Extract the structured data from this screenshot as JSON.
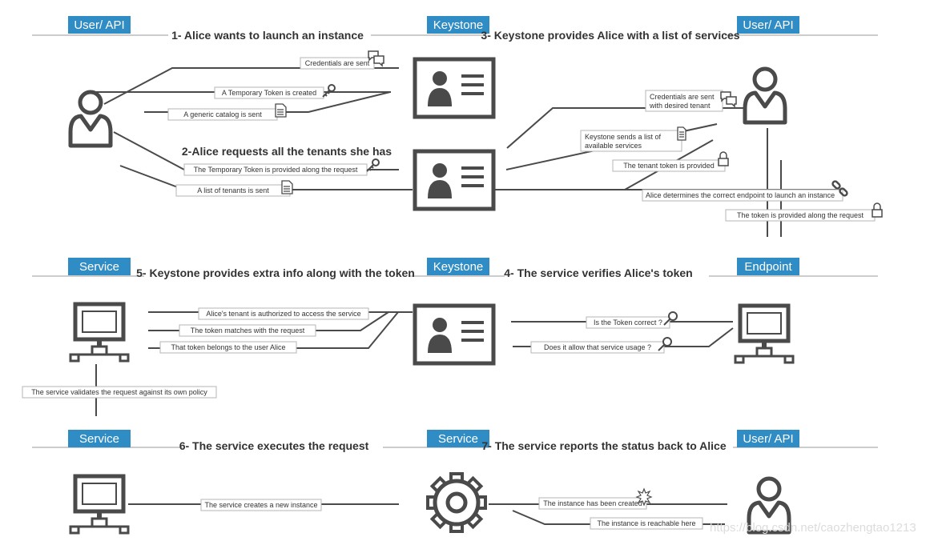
{
  "colors": {
    "tab": "#2f8cc4",
    "ink": "#4a4a4a",
    "text": "#333333"
  },
  "panels": [
    {
      "tabs": [
        "User/ API",
        "Keystone",
        "User/ API"
      ],
      "titles": [
        "1- Alice wants to launch an instance",
        "3- Keystone provides Alice with a list of services"
      ],
      "subtitle": "2-Alice requests all the tenants she has",
      "labels": [
        "Credentials are sent",
        "A Temporary Token is created",
        "A generic catalog is sent",
        "The Temporary Token is provided along the request",
        "A list of tenants is sent",
        "Credentials are sent",
        "with desired tenant",
        "Keystone sends a list of",
        "available services",
        "The tenant token is provided",
        "Alice determines the correct endpoint to launch an instance",
        "The token is provided along the request"
      ]
    },
    {
      "tabs": [
        "Service",
        "Keystone",
        "Endpoint"
      ],
      "titles": [
        "5- Keystone provides extra info along with the token",
        "4- The service verifies Alice's token"
      ],
      "labels": [
        "Alice's tenant is authorized to access the service",
        "The token matches with the request",
        "That token belongs to the user Alice",
        "The service validates the request against its own policy",
        "Is the Token correct ?",
        "Does it allow that service usage ?"
      ]
    },
    {
      "tabs": [
        "Service",
        "Service",
        "User/ API"
      ],
      "titles": [
        "6- The service executes the request",
        "7- The service reports the status back to Alice"
      ],
      "labels": [
        "The service creates a new instance",
        "The instance has been created",
        "The instance is reachable here"
      ]
    }
  ],
  "watermark": "https://blog.csdn.net/caozhengtao1213"
}
